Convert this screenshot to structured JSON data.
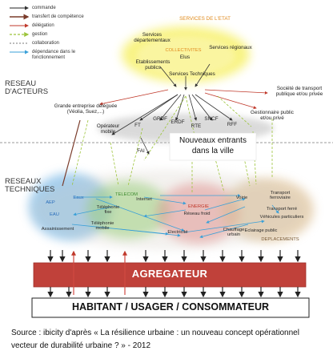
{
  "legend": [
    {
      "label": "commande",
      "color": "#222222"
    },
    {
      "label": "transfert de compétence",
      "color": "#7a3b2a"
    },
    {
      "label": "délégation",
      "color": "#c0392b"
    },
    {
      "label": "gestion",
      "color": "#9cc43a"
    },
    {
      "label": "collaboration",
      "color": "#7a7a7a"
    },
    {
      "label": "dépendance dans le fonctionnement",
      "color": "#3aa0d8"
    }
  ],
  "sections": {
    "acteurs": "RESEAU D'ACTEURS",
    "techniques": "RESEAUX TECHNIQUES"
  },
  "actors": {
    "services_etat": "SERVICES DE L'ETAT",
    "collectivites": "COLLECTIVITES",
    "services_departementaux": "Services départementaux",
    "services_regionaux": "Services régionaux",
    "elus": "Elus",
    "etablissements_publics": "Etablissements publics",
    "services_techniques": "Services Techniques",
    "grande_entreprise": "Grande entreprise déléguée (Véolia, Suez,...)",
    "operateur_mobile": "Opérateur mobile",
    "ft": "FT",
    "grdf": "GRDF",
    "erdf": "ERDF",
    "sncf": "SNCF",
    "rte": "RTE",
    "rff": "RFF",
    "fai": "FAI",
    "societe_transport": "Société de transport publique et/ou privée",
    "gestionnaire": "Gestionnaire public et/ou privé"
  },
  "overlay": "Nouveaux entrants dans la ville",
  "networks": {
    "aep": "AEP",
    "eaux": "Eaux",
    "eau_pluviale": "EAU",
    "assainissement": "Assainissement",
    "telecom": "TELECOM",
    "telephonie_fixe": "Téléphonie fixe",
    "telephonie_mobile": "Téléphonie mobile",
    "internet": "Internet",
    "energie": "ENERGIE",
    "reseau_froid": "Réseau froid",
    "electricite": "Electricité",
    "chauffage_urbain": "Chauffage urbain",
    "voirie": "Voirie",
    "transport_ferroviaire": "Transport ferroviaire",
    "transport_ferre": "Transport ferré",
    "vehicules_particuliers": "Véhicules particuliers",
    "eclairage_public": "Eclairage public",
    "deplacements": "DEPLACEMENTS"
  },
  "agregateur": "AGREGATEUR",
  "habitant": "HABITANT / USAGER / CONSOMMATEUR",
  "source": "Source : ibicity d'après « La résilience urbaine : un nouveau concept opérationnel vecteur de durabilité urbaine ? » - 2012",
  "colors": {
    "agregateur_bar": "#c0413a",
    "habitant_border": "#222222",
    "cloud_state": "#f6ef5a",
    "water": "#5aa7e0",
    "telecom": "#8bd36b",
    "energy": "#e57a7a",
    "transport": "#d9b98a"
  }
}
